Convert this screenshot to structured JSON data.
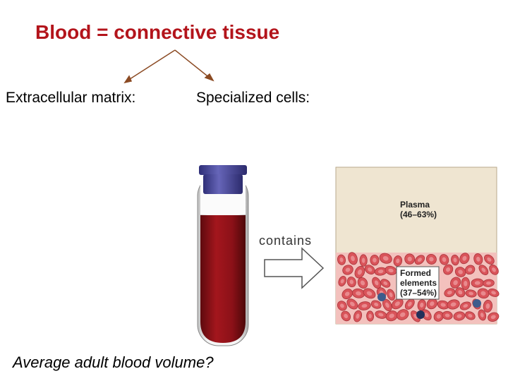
{
  "title": "Blood = connective tissue",
  "branches": {
    "left": "Extracellular matrix:",
    "right": "Specialized cells:"
  },
  "arrow_text": "contains",
  "panel": {
    "plasma": {
      "name": "Plasma",
      "range": "(46–63%)"
    },
    "formed": {
      "name_line1": "Formed",
      "name_line2": "elements",
      "range": "(37–54%)"
    }
  },
  "question": "Average adult blood volume?",
  "colors": {
    "title": "#b3141b",
    "branch_lines": "#8b4a23",
    "blood": "#8c1118",
    "cap": "#4b4a9e",
    "plasma_bg": "#efe5d1",
    "rbc": "#d9545a"
  }
}
